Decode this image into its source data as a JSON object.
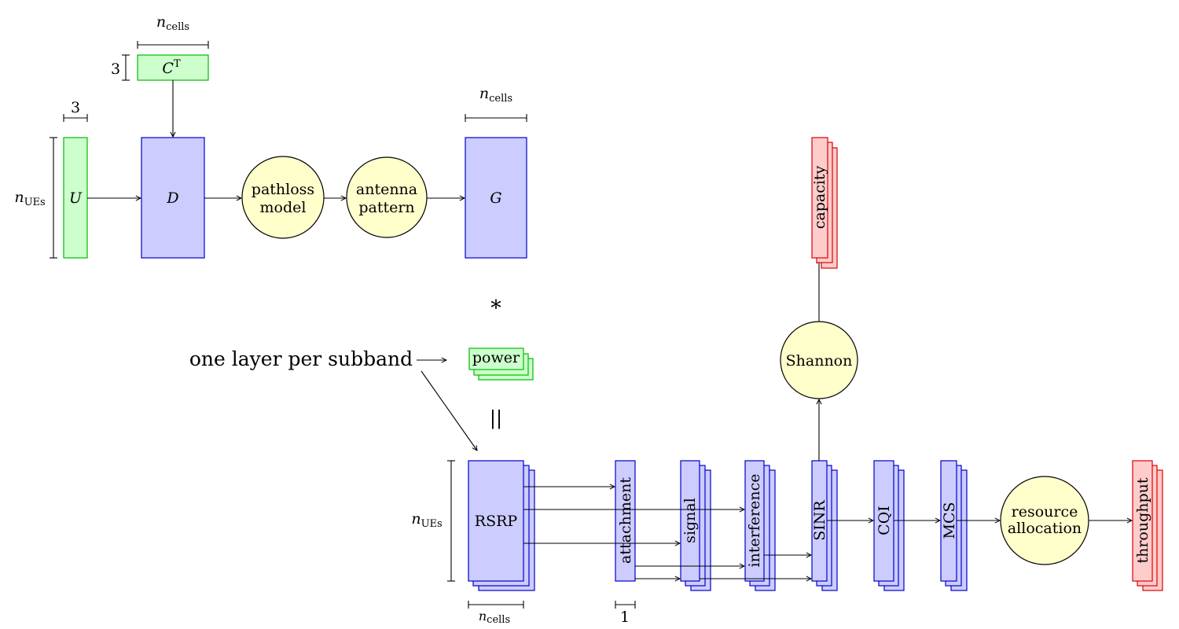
{
  "top_row": {
    "u_label": "U",
    "u_width_label": "3",
    "ct_label": "C",
    "ct_sup": "T",
    "ct_height_label": "3",
    "ct_width_var": "n",
    "ct_width_sub": "cells",
    "ue_dim_var": "n",
    "ue_dim_sub": "UEs",
    "d_label": "D",
    "pathloss_line1": "pathloss",
    "pathloss_line2": "model",
    "antenna_line1": "antenna",
    "antenna_line2": "pattern",
    "g_label": "G",
    "g_width_var": "n",
    "g_width_sub": "cells"
  },
  "middle": {
    "convolution_symbol": "*",
    "layer_note": "one layer per subband",
    "arrow_glyph": "⟶",
    "power_label": "power",
    "equals_symbol": "||"
  },
  "bottom_row": {
    "rsrp_label": "RSRP",
    "rsrp_height_var": "n",
    "rsrp_height_sub": "UEs",
    "rsrp_width_var": "n",
    "rsrp_width_sub": "cells",
    "attachment_label": "attachment",
    "attachment_width_label": "1",
    "signal_label": "signal",
    "interference_label": "interference",
    "sinr_label": "SINR",
    "cqi_label": "CQI",
    "mcs_label": "MCS",
    "resource_line1": "resource",
    "resource_line2": "allocation",
    "throughput_label": "throughput"
  },
  "right_column": {
    "shannon_label": "Shannon",
    "capacity_label": "capacity"
  },
  "colors": {
    "blue_fill": "#ccccff",
    "blue_stroke": "#0000cc",
    "green_fill": "#ccffcc",
    "green_stroke": "#00bb00",
    "red_fill": "#ffcccc",
    "red_stroke": "#dd0000",
    "yellow_fill": "#ffffcc"
  }
}
